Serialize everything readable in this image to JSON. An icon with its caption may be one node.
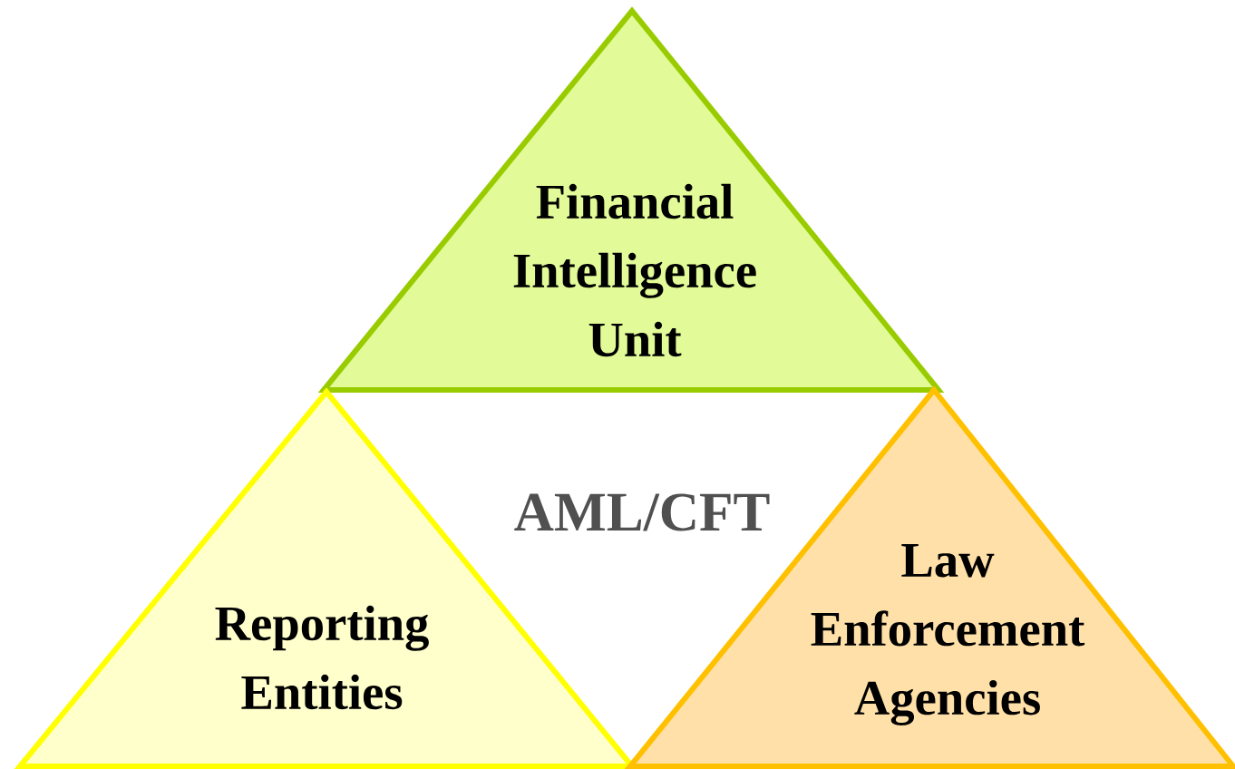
{
  "diagram": {
    "nodes": [
      {
        "text": [
          "Financial Intelligence Unit"
        ]
      },
      {
        "text": [
          "Reporting Entities"
        ]
      },
      {
        "text": [
          "Law Enforcement Agencies"
        ]
      }
    ],
    "labels": [
      "AML/CFT"
    ]
  }
}
